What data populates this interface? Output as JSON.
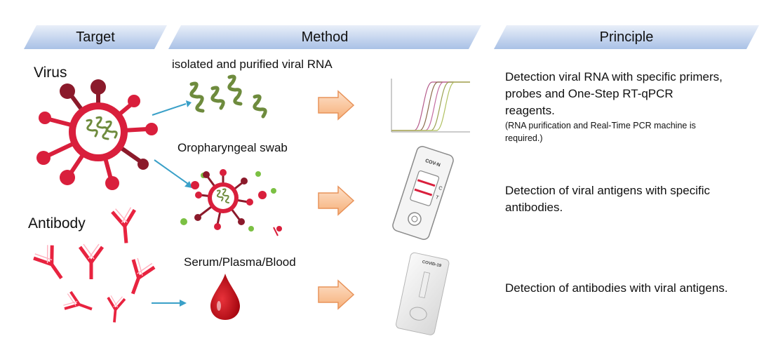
{
  "headers": {
    "target": "Target",
    "method": "Method",
    "principle": "Principle"
  },
  "target": {
    "virus_label": "Virus",
    "antibody_label": "Antibody"
  },
  "method": {
    "rna_label": "isolated and purified viral RNA",
    "swab_label": "Oropharyngeal swab",
    "serum_label": "Serum/Plasma/Blood"
  },
  "devices": {
    "antigen_cassette_label": "COV-N",
    "antigen_c": "C",
    "antigen_t": "T",
    "antibody_cassette_label": "COVID-19"
  },
  "principle": {
    "rna_text": "Detection viral RNA with specific primers, probes and One-Step RT-qPCR reagents.",
    "rna_note": "(RNA purification and Real-Time PCR machine is required.)",
    "antigen_text": "Detection of viral antigens with specific antibodies.",
    "antibody_text": "Detection of antibodies with viral antigens."
  },
  "colors": {
    "header_gradient_start": "#a9c1e6",
    "header_gradient_end": "#e9eff9",
    "virus_red": "#d91f3c",
    "virus_dark": "#8b1a2b",
    "rna_green": "#6e8b3d",
    "arrow_orange": "#f6b07a",
    "teal_arrow": "#3aa0c8"
  }
}
